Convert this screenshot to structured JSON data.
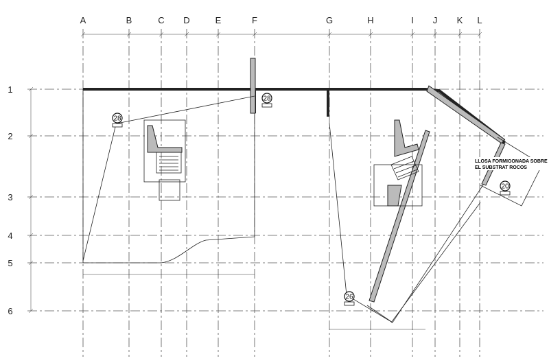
{
  "grid": {
    "columns": [
      "A",
      "B",
      "C",
      "D",
      "E",
      "F",
      "G",
      "H",
      "I",
      "J",
      "K",
      "L"
    ],
    "rows": [
      "1",
      "2",
      "3",
      "4",
      "5",
      "6"
    ]
  },
  "callouts": [
    {
      "number": "28"
    },
    {
      "number": "28"
    },
    {
      "number": "26"
    },
    {
      "number": "20"
    }
  ],
  "notes": {
    "slab_line1": "LLOSA FORMIGONADA SOBRE",
    "slab_line2": "EL SUBSTRAT ROCOS"
  }
}
